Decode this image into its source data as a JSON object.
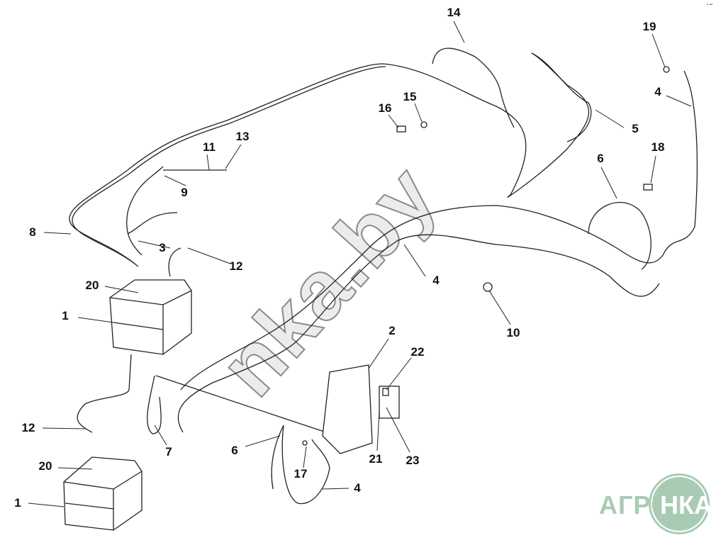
{
  "diagram": {
    "watermark": "nka.by",
    "logo": "АГРОНКА",
    "logo_left": "АГРО",
    "logo_right": "НКА",
    "corner_mark": "▪ ▪▪",
    "callouts": [
      "14",
      "19",
      "4",
      "5",
      "16",
      "15",
      "18",
      "11",
      "13",
      "6",
      "9",
      "8",
      "3",
      "12",
      "4",
      "20",
      "1",
      "10",
      "2",
      "22",
      "12",
      "7",
      "6",
      "17",
      "21",
      "23",
      "20",
      "4",
      "1"
    ]
  }
}
